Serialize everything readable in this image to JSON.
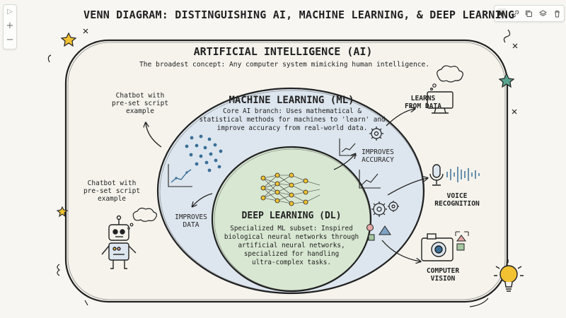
{
  "title": "VENN DIAGRAM: DISTINGUISHING AI, MACHINE LEARNING, & DEEP LEARNING",
  "ai": {
    "title": "ARTIFICIAL INTELLIGENCE (AI)",
    "description": "The broadest concept: Any computer system mimicking human intelligence."
  },
  "ml": {
    "title": "MACHINE LEARNING (ML)",
    "description_lines": [
      "Core AI branch: Uses mathematical &",
      "statistical methods for machines to 'learn' and",
      "improve accuracy from real-world data."
    ]
  },
  "dl": {
    "title": "DEEP LEARNING (DL)",
    "description_lines": [
      "Specialized ML subset: Inspired",
      "biological neural networks through",
      "artificial neural networks,",
      "specialized for handling",
      "ultra-complex tasks."
    ]
  },
  "labels": {
    "chatbot_top": [
      "Chatbot with",
      "pre-set script",
      "example"
    ],
    "chatbot_left": [
      "Chatbot with",
      "pre-set script",
      "example"
    ],
    "improves_data": [
      "IMPROVES",
      "DATA"
    ],
    "improves_accuracy": [
      "IMPROVES",
      "ACCURACY"
    ],
    "learns_from_data": [
      "LEARNS",
      "FROM DATA"
    ],
    "voice_recognition": [
      "VOICE",
      "RECOGNITION"
    ],
    "computer_vision": [
      "COMPUTER",
      "VISION"
    ]
  },
  "toolbar": {
    "zoom_in": "+",
    "zoom_out": "−"
  },
  "tools": [
    "pointer-icon",
    "link-icon",
    "copy-icon",
    "layers-icon",
    "trash-icon"
  ],
  "colors": {
    "ai_fill": "#f5f3ec",
    "ml_fill": "#dde6ee",
    "dl_fill": "#d8e7d2",
    "ink": "#222222",
    "accent_blue": "#3a6f98",
    "star_green": "#5aa38e",
    "bulb_yellow": "#f2c233"
  }
}
